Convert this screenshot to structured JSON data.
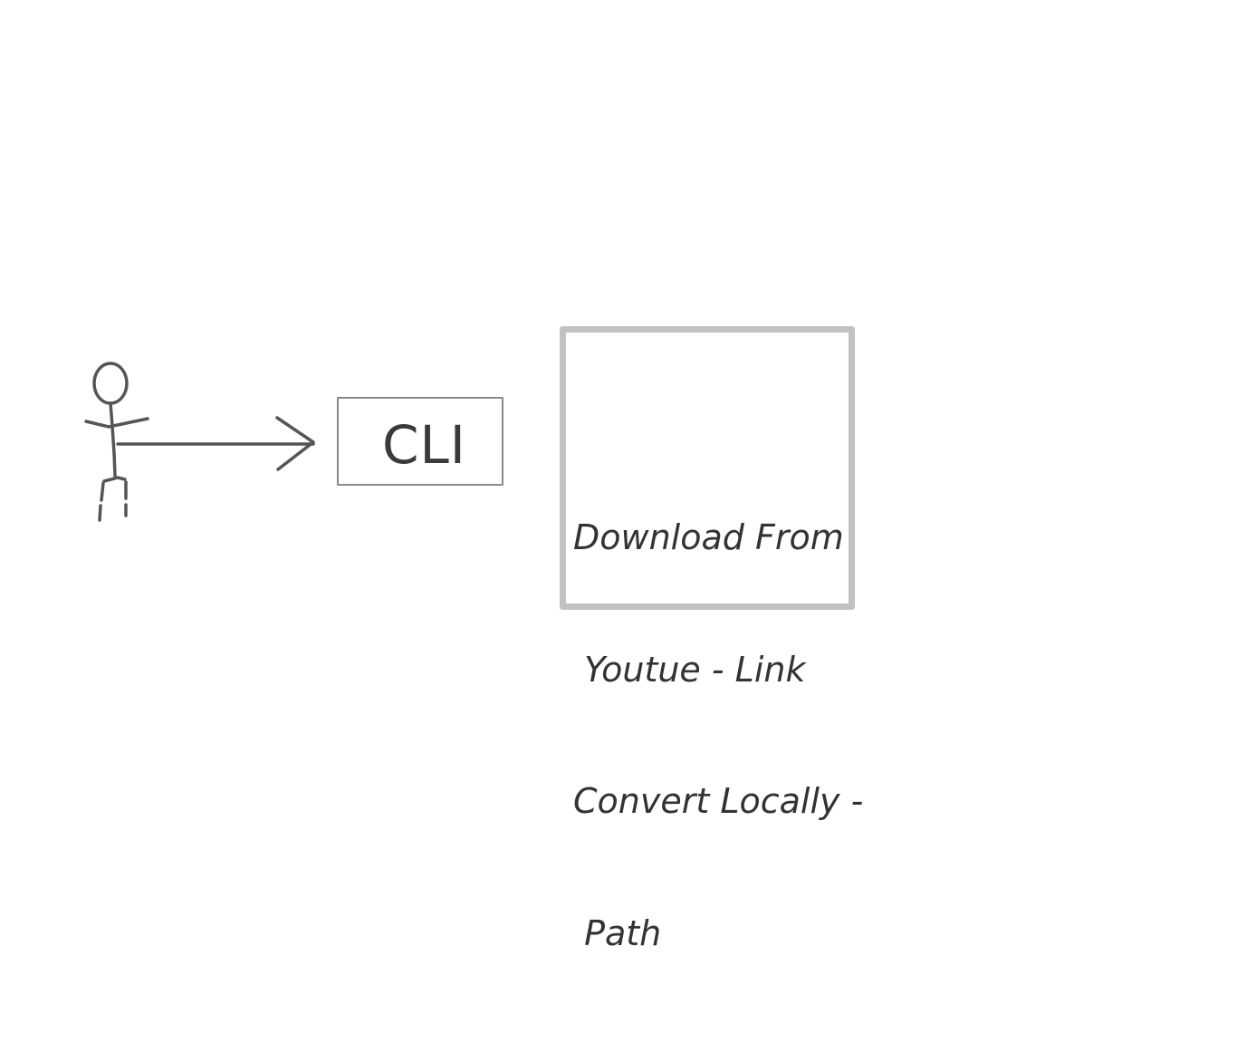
{
  "diagram": {
    "actor": {
      "icon": "stick-figure-icon"
    },
    "connector": {
      "icon": "arrow-right-icon"
    },
    "cli_box": {
      "label": "CLI"
    },
    "note": {
      "lines": [
        "Download From",
        " Youtue - Link",
        "Convert Locally -",
        " Path"
      ]
    }
  },
  "colors": {
    "stroke": "#555555",
    "box_border": "#8a8a8a",
    "note_border": "#c2c2c2",
    "text": "#333333"
  }
}
